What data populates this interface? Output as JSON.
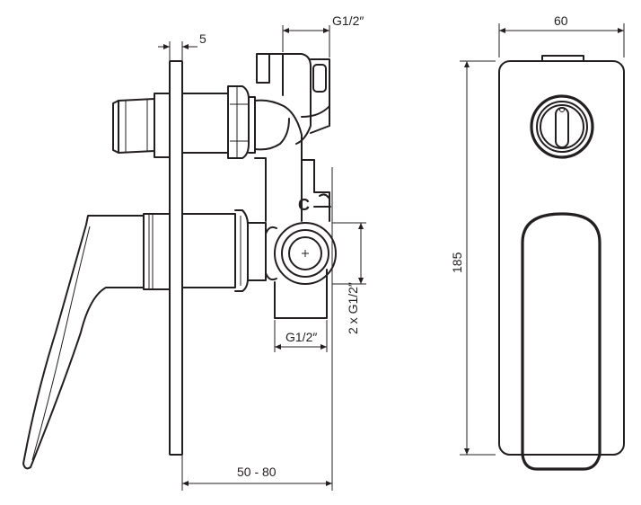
{
  "labels": {
    "wall_offset": "5",
    "inlet_top": "G1/2″",
    "outlet_bottom": "G1/2″",
    "outlet_pair": "2 x G1/2″",
    "depth_range": "50 - 80",
    "plate_width": "60",
    "plate_height": "185"
  },
  "colors": {
    "stroke": "#231f20",
    "background": "#ffffff"
  },
  "icons": {
    "diverter_knob": "diverter-knob-icon",
    "cold_marker": "letter-c-icon"
  }
}
